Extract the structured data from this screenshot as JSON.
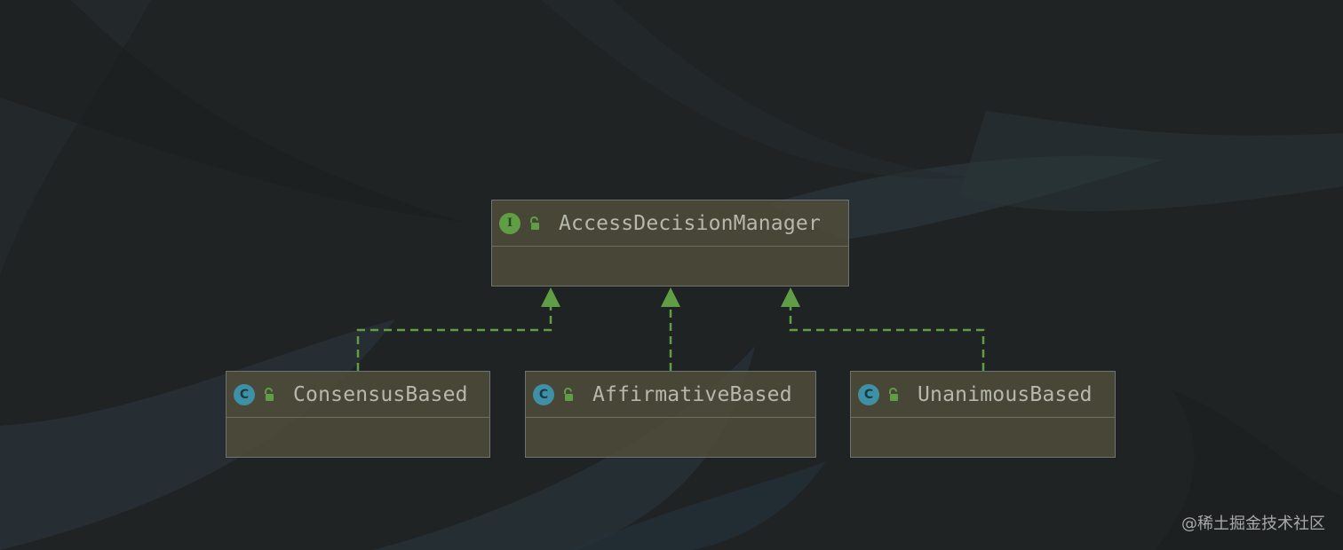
{
  "diagram": {
    "nodes": [
      {
        "id": "adm",
        "name": "AccessDecisionManager",
        "kind": "interface",
        "kind_letter": "I"
      },
      {
        "id": "cb",
        "name": "ConsensusBased",
        "kind": "class",
        "kind_letter": "C"
      },
      {
        "id": "ab",
        "name": "AffirmativeBased",
        "kind": "class",
        "kind_letter": "C"
      },
      {
        "id": "ub",
        "name": "UnanimousBased",
        "kind": "class",
        "kind_letter": "C"
      }
    ],
    "edges": [
      {
        "from": "ConsensusBased",
        "to": "AccessDecisionManager",
        "type": "implements"
      },
      {
        "from": "AffirmativeBased",
        "to": "AccessDecisionManager",
        "type": "implements"
      },
      {
        "from": "UnanimousBased",
        "to": "AccessDecisionManager",
        "type": "implements"
      }
    ],
    "colors": {
      "edge": "#5f9e45",
      "interface_icon": "#5f9e45",
      "class_icon": "#3f90a5",
      "background": "#202324"
    }
  },
  "watermark": "@稀土掘金技术社区"
}
